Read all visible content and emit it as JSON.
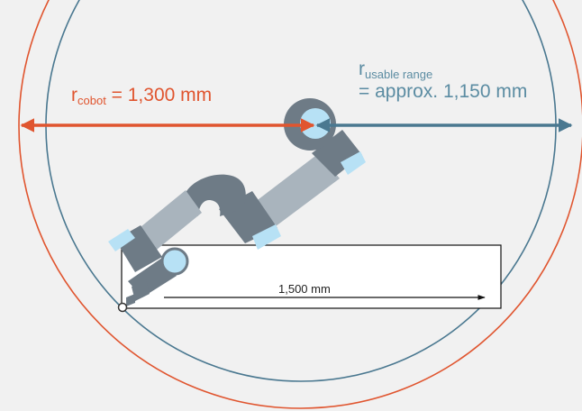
{
  "cobot_radius": {
    "symbol": "r",
    "subscript": "cobot",
    "value_text": " = 1,300 mm"
  },
  "usable_range": {
    "symbol": "r",
    "subscript": "usable range",
    "value_text": "= approx. 1,150 mm"
  },
  "table": {
    "length_text": "1,500 mm"
  },
  "colors": {
    "background": "#f1f1f1",
    "cobot_circle": "#e0552f",
    "usable_circle": "#4a7890",
    "robot_dark": "#6e7b86",
    "robot_light": "#a9b4bd",
    "robot_joint": "#b7e1f5"
  }
}
